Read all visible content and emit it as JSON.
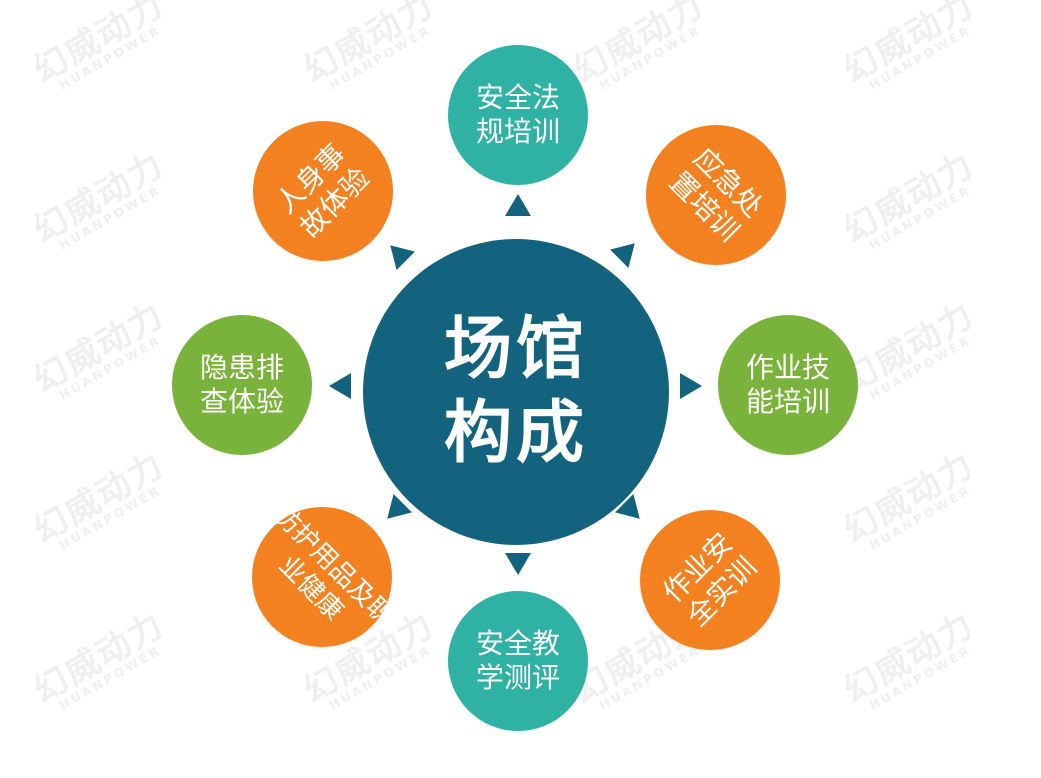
{
  "watermark": {
    "cn": "幻威动力",
    "en": "HUANPOWER"
  },
  "center": {
    "line1": "场馆",
    "line2": "构成"
  },
  "nodes": [
    {
      "id": "top",
      "line1": "安全法",
      "line2": "规培训"
    },
    {
      "id": "top-right",
      "line1": "应急处",
      "line2": "置培训"
    },
    {
      "id": "right",
      "line1": "作业技",
      "line2": "能培训"
    },
    {
      "id": "bottom-right",
      "line1": "作业安",
      "line2": "全实训"
    },
    {
      "id": "bottom",
      "line1": "安全教",
      "line2": "学测评"
    },
    {
      "id": "bottom-left",
      "line1": "防护用品及职",
      "line2": "业健康"
    },
    {
      "id": "left",
      "line1": "隐患排",
      "line2": "查体验"
    },
    {
      "id": "top-left",
      "line1": "人身事",
      "line2": "故体验"
    }
  ],
  "colors": {
    "center": "#13637f",
    "teal": "#2fb1a4",
    "orange": "#f48120",
    "green": "#79b33c",
    "arrow": "#13637f"
  }
}
